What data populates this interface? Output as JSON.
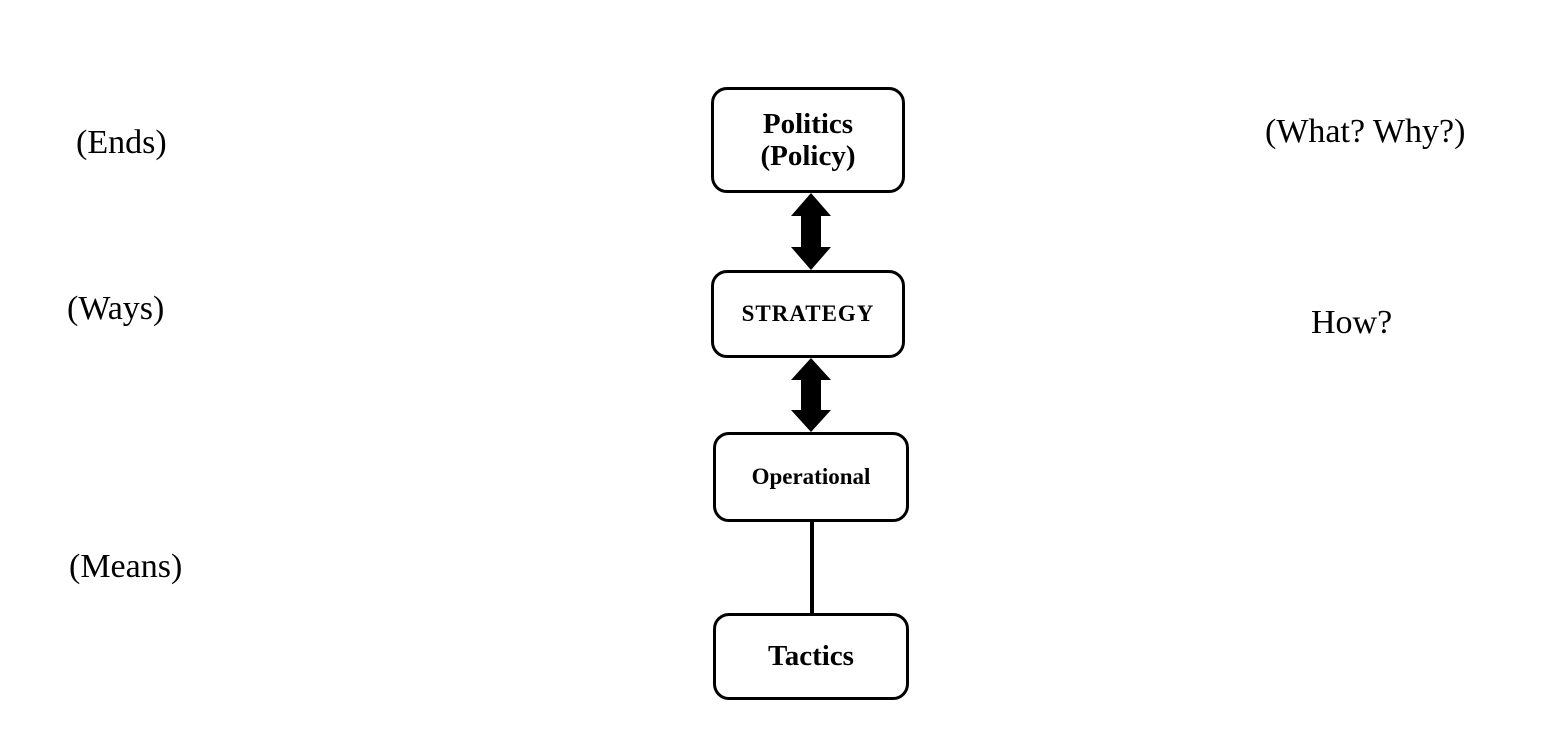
{
  "left_labels": {
    "ends": "(Ends)",
    "ways": "(Ways)",
    "means": "(Means)"
  },
  "right_labels": {
    "what_why": "(What? Why?)",
    "how": "How?"
  },
  "boxes": {
    "politics": {
      "line1": "Politics",
      "line2": "(Policy)"
    },
    "strategy": {
      "label": "STRATEGY"
    },
    "operational": {
      "label": "Operational"
    },
    "tactics": {
      "label": "Tactics"
    }
  },
  "colors": {
    "stroke": "#000000",
    "background": "#ffffff"
  }
}
